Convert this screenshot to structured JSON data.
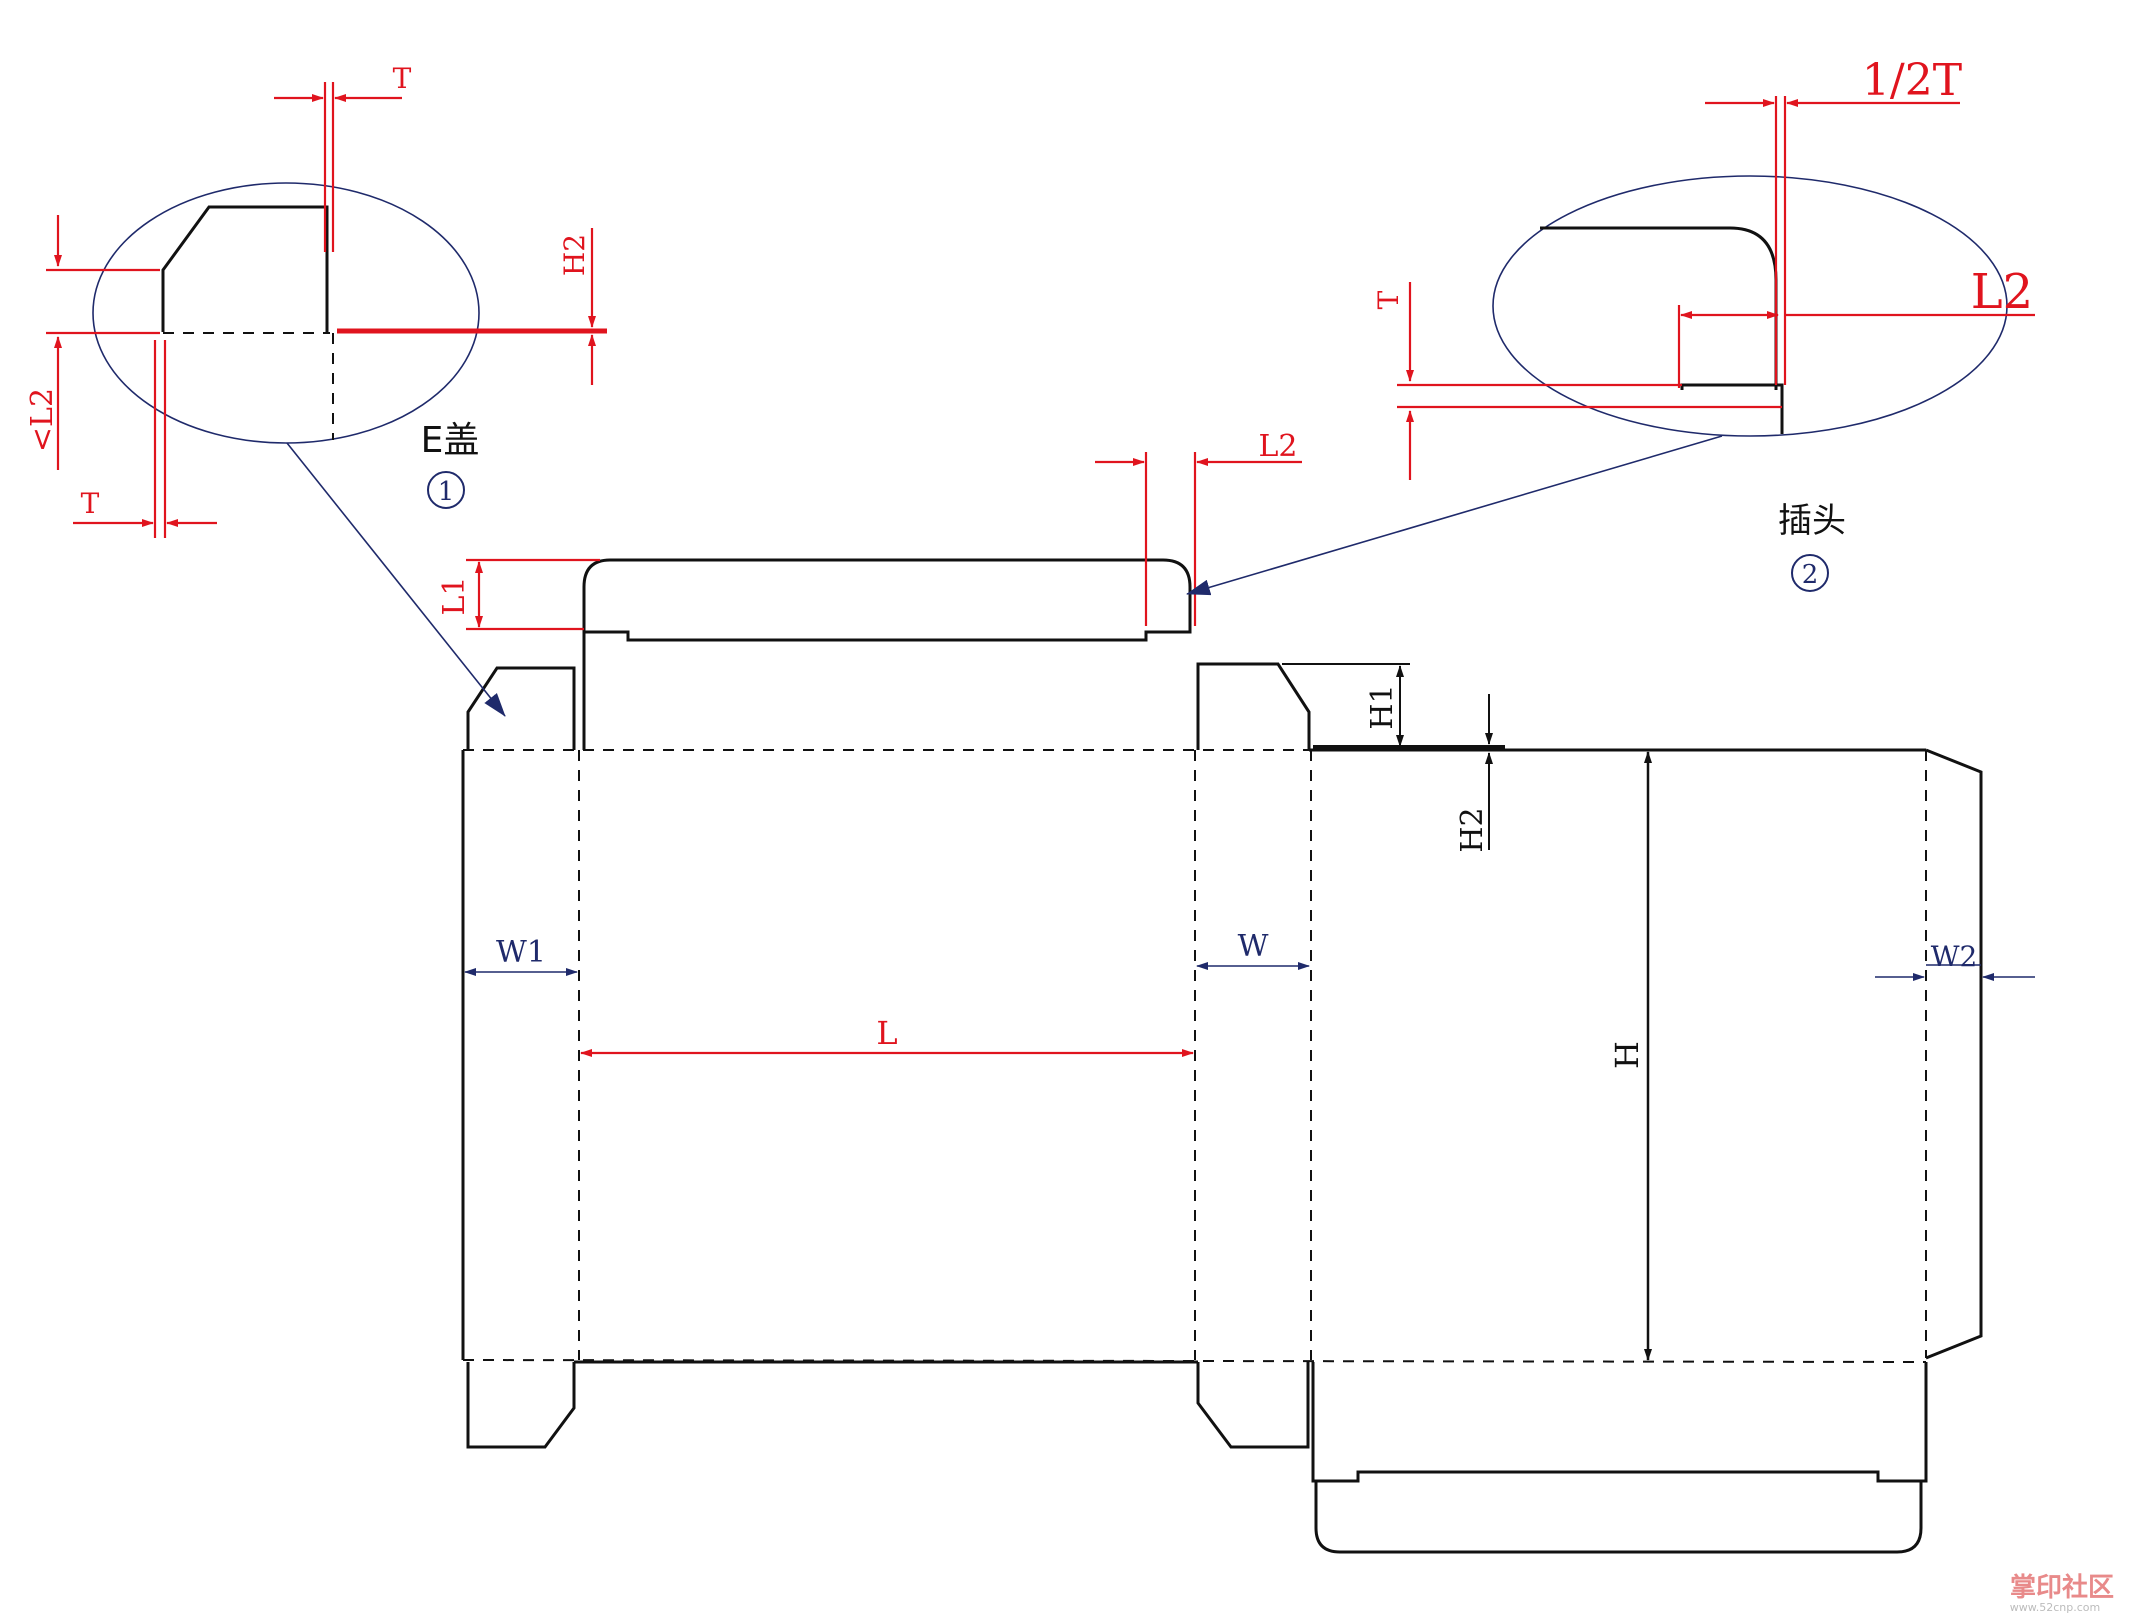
{
  "detail1": {
    "title": "E盖",
    "number": "1",
    "dim_t_top": "T",
    "dim_h2": "H2",
    "dim_l2": "<L2",
    "dim_t_bottom": "T"
  },
  "detail2": {
    "title": "插头",
    "number": "2",
    "dim_half_t": "1/2T",
    "dim_l2": "L2",
    "dim_t": "T"
  },
  "main": {
    "dim_l2": "L2",
    "dim_l1": "L1",
    "dim_h1": "H1",
    "dim_h2": "H2",
    "dim_w1": "W1",
    "dim_w": "W",
    "dim_l": "L",
    "dim_h": "H",
    "dim_w2": "W2"
  },
  "watermark": {
    "text": "掌印社区",
    "url": "www.52cnp.com"
  },
  "colors": {
    "cut_line": "#111111",
    "dimension": "#e0141e",
    "callout": "#1f2a6b"
  }
}
